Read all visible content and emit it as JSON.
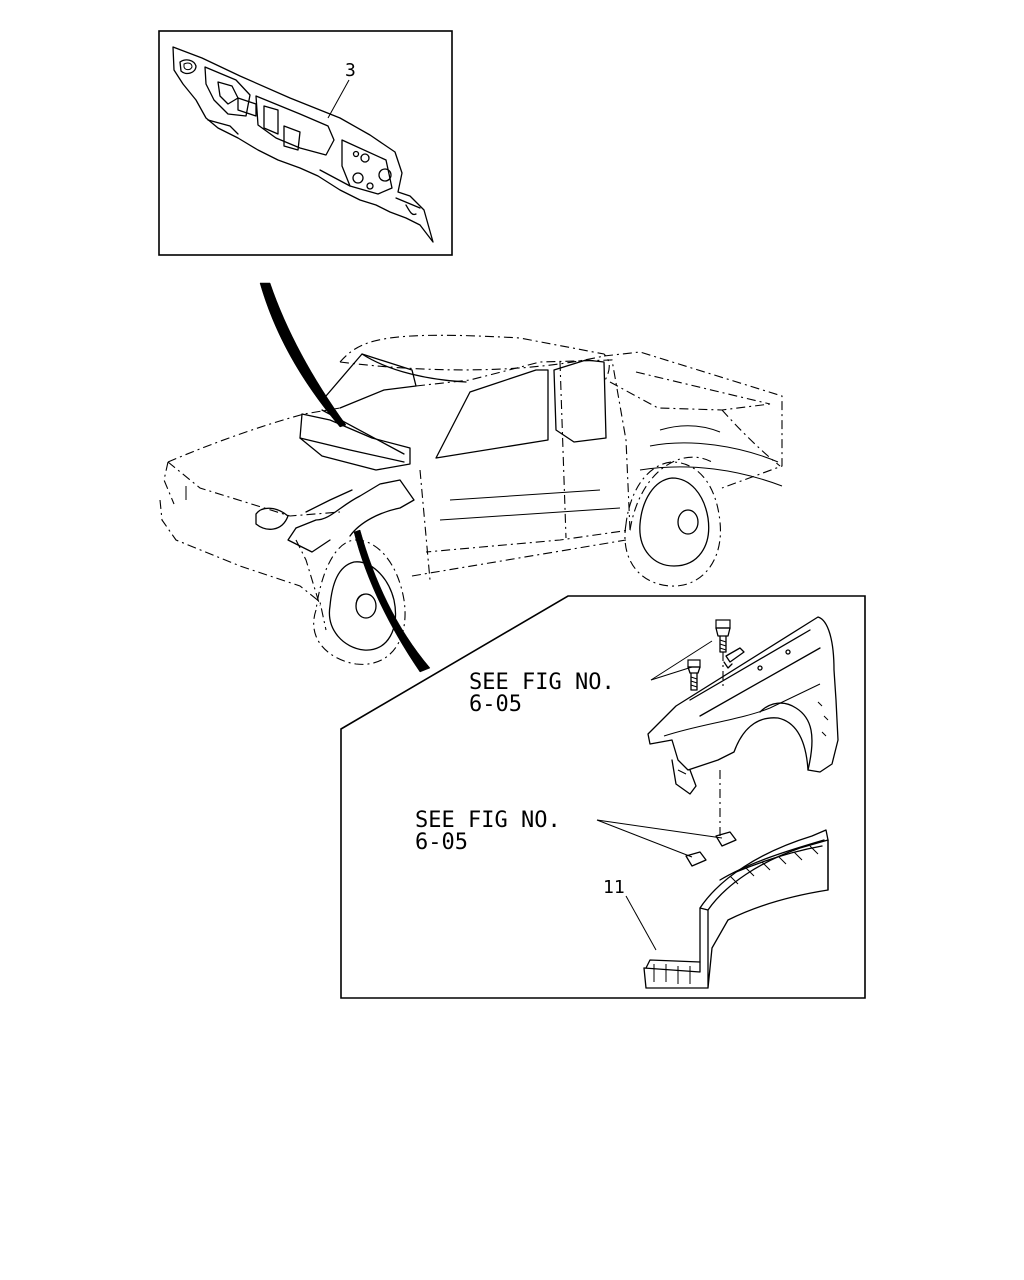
{
  "callouts": {
    "dash_panel_part": "3",
    "fender_liner_part": "11"
  },
  "references": {
    "fender_bolts": {
      "line1": "SEE FIG NO.",
      "line2": "6-05"
    },
    "liner_clips": {
      "line1": "SEE FIG NO.",
      "line2": "6-05"
    }
  }
}
